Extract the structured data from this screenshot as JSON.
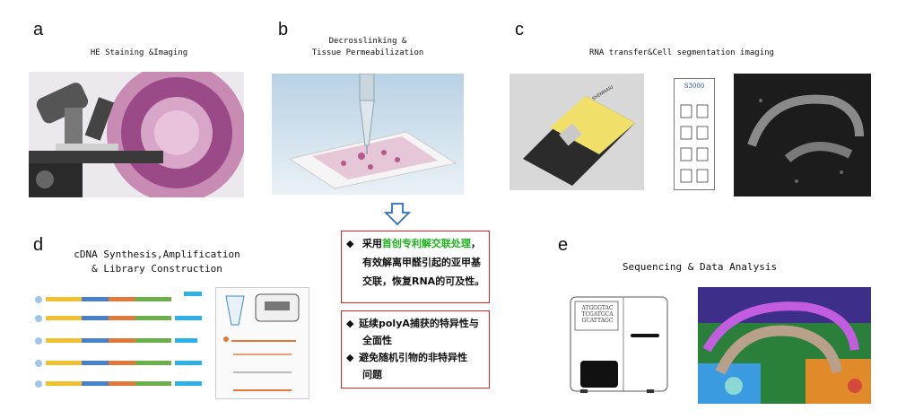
{
  "panels": {
    "a": {
      "letter": "a",
      "title": "HE Staining &Imaging"
    },
    "b": {
      "letter": "b",
      "title_line1": "Decrosslinking &",
      "title_line2": "Tissue Permeabilization"
    },
    "c": {
      "letter": "c",
      "title": "RNA transfer&Cell segmentation imaging",
      "chip_label": "S3000",
      "device_label": "SHENMAIU"
    },
    "d": {
      "letter": "d",
      "title_line1": "cDNA Synthesis,Amplification",
      "title_line2": "& Library Construction"
    },
    "e": {
      "letter": "e",
      "title": "Sequencing & Data Analysis",
      "seq_lines": [
        "ATGGGTAC",
        "TCGATGCA",
        "GCATTAGC"
      ]
    }
  },
  "box1": {
    "bullet": "◆",
    "line1_prefix": "采用",
    "line1_highlight": "首创专利解交联处理",
    "line1_suffix": "，",
    "line2": "有效解离甲醛引起的亚甲基",
    "line3": "交联，恢复RNA的可及性。"
  },
  "box2": {
    "bullet": "◆",
    "item1_line1": "延续polyA捕获的特异性与",
    "item1_line2": "全面性",
    "item2_line1": "避免随机引物的非特异性",
    "item2_line2": "问题"
  },
  "colors": {
    "box_border": "#dd2222",
    "highlight": "#1db31d",
    "arrow": "#2b6fc4"
  }
}
